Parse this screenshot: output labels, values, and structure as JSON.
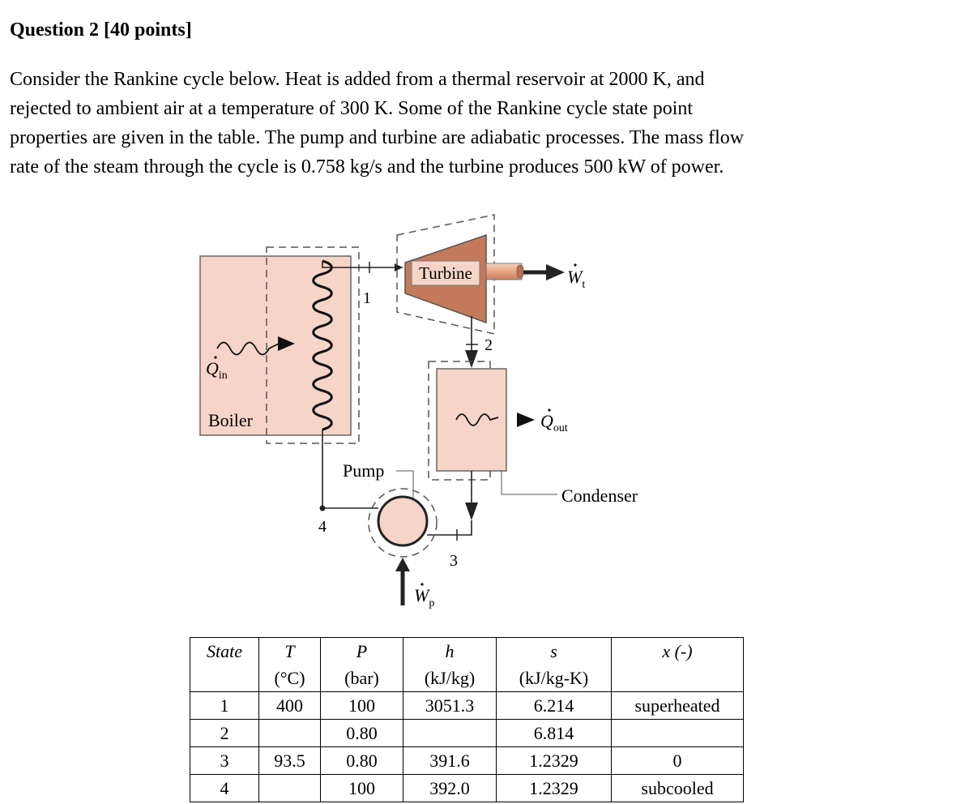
{
  "heading": "Question 2 [40 points]",
  "problem_lines": [
    "Consider the Rankine cycle below. Heat is added from a thermal reservoir at 2000 K, and",
    "rejected to ambient air at a temperature of 300 K. Some of the Rankine cycle state point",
    "properties are given in the table. The pump and turbine are adiabatic processes. The mass flow",
    "rate of the steam through the cycle is 0.758 kg/s and the turbine produces 500 kW of power."
  ],
  "diagram": {
    "turbine": "Turbine",
    "boiler": "Boiler",
    "pump": "Pump",
    "condenser": "Condenser",
    "q_in": {
      "symbol": "Q",
      "sub": "in"
    },
    "q_out": {
      "symbol": "Q",
      "sub": "out"
    },
    "w_t": {
      "symbol": "W",
      "sub": "t"
    },
    "w_p": {
      "symbol": "W",
      "sub": "p"
    },
    "states": [
      "1",
      "2",
      "3",
      "4"
    ],
    "colors": {
      "component_fill": "#f6d5c8",
      "turbine_fill": "#c47a5a"
    }
  },
  "table": {
    "headers": [
      {
        "sym": "State",
        "unit": ""
      },
      {
        "sym": "T",
        "unit": "(°C)"
      },
      {
        "sym": "P",
        "unit": "(bar)"
      },
      {
        "sym": "h",
        "unit": "(kJ/kg)"
      },
      {
        "sym": "s",
        "unit": "(kJ/kg-K)"
      },
      {
        "sym": "x (-)",
        "unit": ""
      }
    ],
    "rows": [
      [
        "1",
        "400",
        "100",
        "3051.3",
        "6.214",
        "superheated"
      ],
      [
        "2",
        "",
        "0.80",
        "",
        "6.814",
        ""
      ],
      [
        "3",
        "93.5",
        "0.80",
        "391.6",
        "1.2329",
        "0"
      ],
      [
        "4",
        "",
        "100",
        "392.0",
        "1.2329",
        "subcooled"
      ]
    ]
  }
}
